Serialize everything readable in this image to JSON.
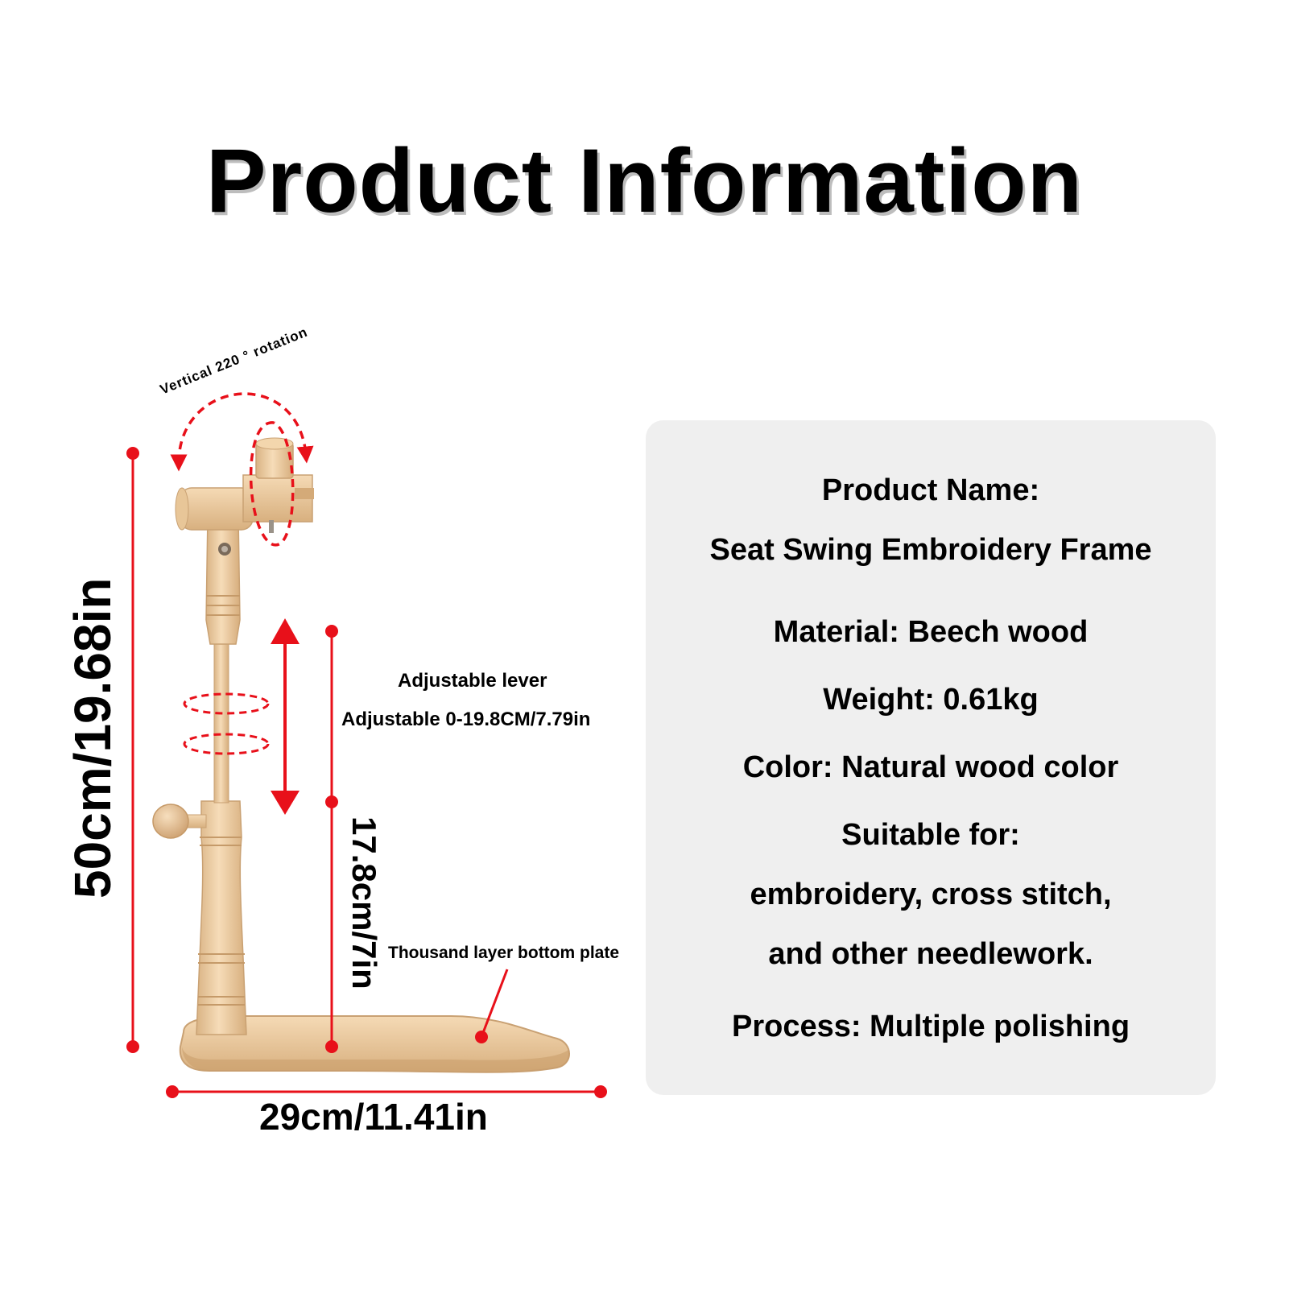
{
  "title": "Product Information",
  "diagram": {
    "rotation_label": "Vertical 220 ° rotation",
    "lever_title": "Adjustable lever",
    "lever_range": "Adjustable 0-19.8CM/7.79in",
    "total_height": "50cm/19.68in",
    "base_height": "17.8cm/7in",
    "base_plate_label": "Thousand layer bottom plate",
    "base_width": "29cm/11.41in"
  },
  "info": {
    "product_name_label": "Product Name:",
    "product_name": "Seat Swing Embroidery Frame",
    "material": "Material: Beech wood",
    "weight": "Weight: 0.61kg",
    "color": "Color: Natural wood color",
    "suitable_label": "Suitable for:",
    "suitable_line1": "embroidery, cross stitch,",
    "suitable_line2": "and other needlework.",
    "process": "Process: Multiple polishing"
  },
  "colors": {
    "accent_red": "#e8101a",
    "wood": "#ecc9a0",
    "panel": "#efefef"
  }
}
